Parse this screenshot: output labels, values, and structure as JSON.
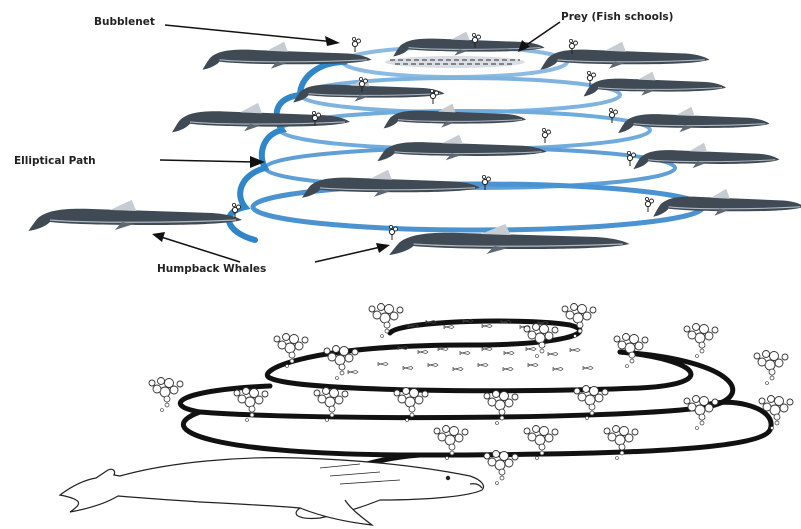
{
  "labels": {
    "bubblenet": "Bubblenet",
    "prey": "Prey (Fish schools)",
    "elliptical_path": "Elliptical Path",
    "humpback_whales": "Humpback Whales"
  },
  "colors": {
    "spiral_blue": "#2f86c8",
    "spiral_light": "#cfe3f5",
    "whale_dark": "#3c4650",
    "whale_light": "#aeb8c2",
    "black": "#111111",
    "text": "#222222"
  },
  "icons": {
    "whale": "whale-silhouette",
    "bubbles": "bubble-cluster",
    "fish": "fish-school"
  }
}
